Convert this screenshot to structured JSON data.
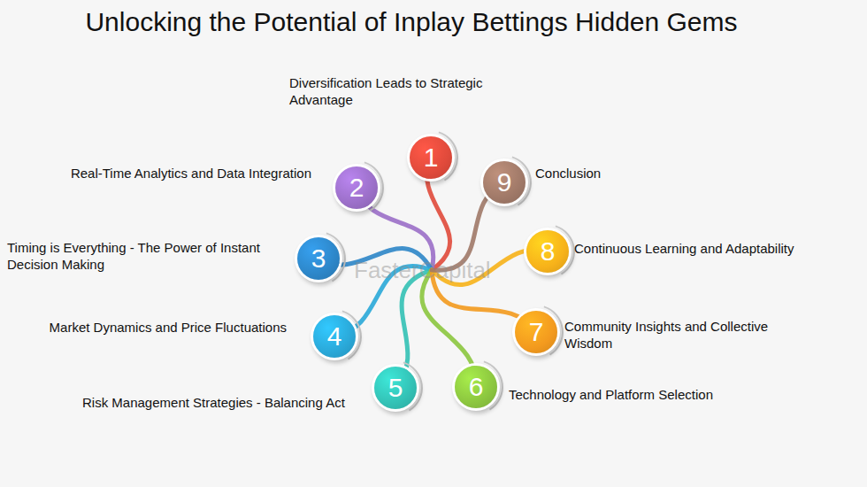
{
  "diagram": {
    "title": "Unlocking the Potential of Inplay Bettings Hidden Gems",
    "nodes": [
      {
        "text": [
          "1",
          "Diversification Leads to Strategic Advantage"
        ]
      },
      {
        "text": [
          "2",
          "Real-Time Analytics and Data Integration"
        ]
      },
      {
        "text": [
          "3",
          "Timing is Everything - The Power of Instant Decision Making"
        ]
      },
      {
        "text": [
          "4",
          "Market Dynamics and Price Fluctuations"
        ]
      },
      {
        "text": [
          "5",
          "Risk Management Strategies - Balancing Act"
        ]
      },
      {
        "text": [
          "6",
          "Technology and Platform Selection"
        ]
      },
      {
        "text": [
          "7",
          "Community Insights and Collective Wisdom"
        ]
      },
      {
        "text": [
          "8",
          "Continuous Learning and Adaptability"
        ]
      },
      {
        "text": [
          "9",
          "Conclusion"
        ]
      }
    ],
    "labels": [
      "FasterCapital"
    ]
  }
}
